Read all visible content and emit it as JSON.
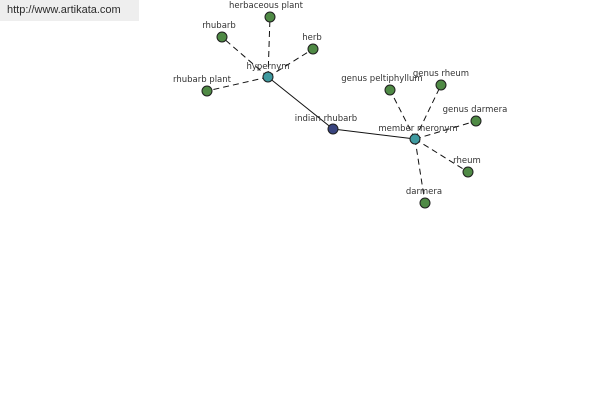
{
  "banner": {
    "url": "http://www.artikata.com"
  },
  "colors": {
    "leaf": "#4f8a45",
    "relation": "#3f9aa0",
    "center": "#39447f"
  },
  "graph": {
    "nodes": [
      {
        "id": "indian-rhubarb",
        "label": "indian rhubarb",
        "kind": "center"
      },
      {
        "id": "hypernym",
        "label": "hypernym",
        "kind": "relation"
      },
      {
        "id": "member-meronym",
        "label": "member meronym",
        "kind": "relation"
      },
      {
        "id": "herbaceous-plant",
        "label": "herbaceous plant",
        "kind": "leaf"
      },
      {
        "id": "rhubarb",
        "label": "rhubarb",
        "kind": "leaf"
      },
      {
        "id": "herb",
        "label": "herb",
        "kind": "leaf"
      },
      {
        "id": "rhubarb-plant",
        "label": "rhubarb plant",
        "kind": "leaf"
      },
      {
        "id": "genus-peltiphyllum",
        "label": "genus peltiphyllum",
        "kind": "leaf"
      },
      {
        "id": "genus-rheum",
        "label": "genus rheum",
        "kind": "leaf"
      },
      {
        "id": "genus-darmera",
        "label": "genus darmera",
        "kind": "leaf"
      },
      {
        "id": "rheum",
        "label": "rheum",
        "kind": "leaf"
      },
      {
        "id": "darmera",
        "label": "darmera",
        "kind": "leaf"
      }
    ],
    "edges": [
      {
        "from": "indian-rhubarb",
        "to": "hypernym",
        "style": "solid"
      },
      {
        "from": "indian-rhubarb",
        "to": "member-meronym",
        "style": "solid"
      },
      {
        "from": "hypernym",
        "to": "herbaceous-plant",
        "style": "dashed"
      },
      {
        "from": "hypernym",
        "to": "rhubarb",
        "style": "dashed"
      },
      {
        "from": "hypernym",
        "to": "herb",
        "style": "dashed"
      },
      {
        "from": "hypernym",
        "to": "rhubarb-plant",
        "style": "dashed"
      },
      {
        "from": "member-meronym",
        "to": "genus-peltiphyllum",
        "style": "dashed"
      },
      {
        "from": "member-meronym",
        "to": "genus-rheum",
        "style": "dashed"
      },
      {
        "from": "member-meronym",
        "to": "genus-darmera",
        "style": "dashed"
      },
      {
        "from": "member-meronym",
        "to": "rheum",
        "style": "dashed"
      },
      {
        "from": "member-meronym",
        "to": "darmera",
        "style": "dashed"
      }
    ]
  }
}
